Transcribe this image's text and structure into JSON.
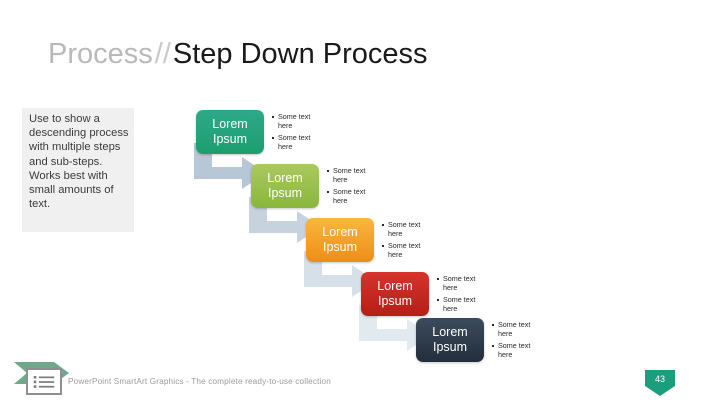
{
  "title": {
    "prefix": "Process",
    "separator": "//",
    "main": "Step Down Process"
  },
  "description": {
    "text": "Use to show a descending process with multiple steps and sub-steps. Works best with small amounts of text."
  },
  "diagram": {
    "type": "step-down-process",
    "steps": [
      {
        "label_line1": "Lorem",
        "label_line2": "Ipsum",
        "color_top": "#2fa98a",
        "color_bottom": "#1c9e6e",
        "bullets": [
          "Some text here",
          "Some text here"
        ]
      },
      {
        "label_line1": "Lorem",
        "label_line2": "Ipsum",
        "color_top": "#aac95f",
        "color_bottom": "#8ab63c",
        "bullets": [
          "Some text here",
          "Some text here"
        ]
      },
      {
        "label_line1": "Lorem",
        "label_line2": "Ipsum",
        "color_top": "#f8b73f",
        "color_bottom": "#ef8d16",
        "bullets": [
          "Some text here",
          "Some text here"
        ]
      },
      {
        "label_line1": "Lorem",
        "label_line2": "Ipsum",
        "color_top": "#d5342c",
        "color_bottom": "#b31f18",
        "bullets": [
          "Some text here",
          "Some text here"
        ]
      },
      {
        "label_line1": "Lorem",
        "label_line2": "Ipsum",
        "color_top": "#3c4b5c",
        "color_bottom": "#222e3c",
        "bullets": [
          "Some text here",
          "Some text here"
        ]
      }
    ],
    "connector_color": "#b7c7d6"
  },
  "footer": {
    "text": "PowerPoint SmartArt Graphics - The complete ready-to-use collection",
    "ribbon_color": "#6fa88b",
    "page_number": "43",
    "badge_color": "#1a9e7c"
  }
}
